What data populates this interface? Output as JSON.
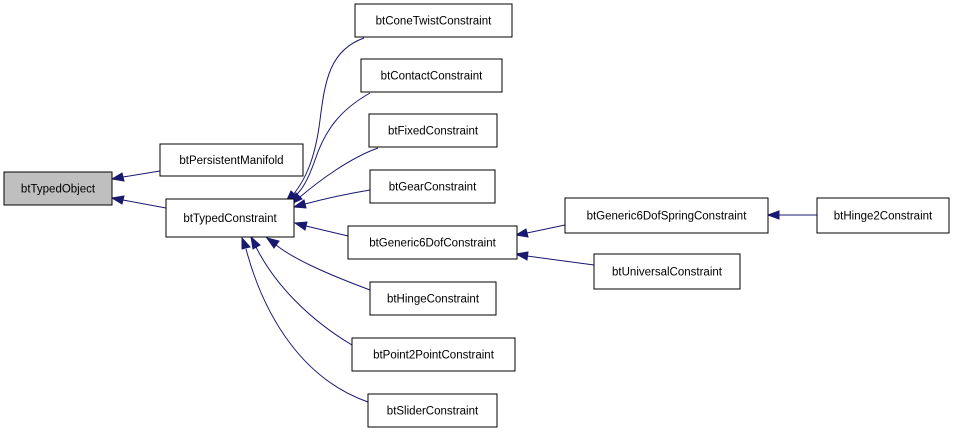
{
  "diagram": {
    "edge_color": "#191970",
    "root_fill": "#bfbfbf",
    "node_fill": "#ffffff",
    "nodes": {
      "btTypedObject": "btTypedObject",
      "btPersistentManifold": "btPersistentManifold",
      "btTypedConstraint": "btTypedConstraint",
      "btConeTwistConstraint": "btConeTwistConstraint",
      "btContactConstraint": "btContactConstraint",
      "btFixedConstraint": "btFixedConstraint",
      "btGearConstraint": "btGearConstraint",
      "btGeneric6DofConstraint": "btGeneric6DofConstraint",
      "btHingeConstraint": "btHingeConstraint",
      "btPoint2PointConstraint": "btPoint2PointConstraint",
      "btSliderConstraint": "btSliderConstraint",
      "btGeneric6DofSpringConstraint": "btGeneric6DofSpringConstraint",
      "btUniversalConstraint": "btUniversalConstraint",
      "btHinge2Constraint": "btHinge2Constraint"
    }
  }
}
